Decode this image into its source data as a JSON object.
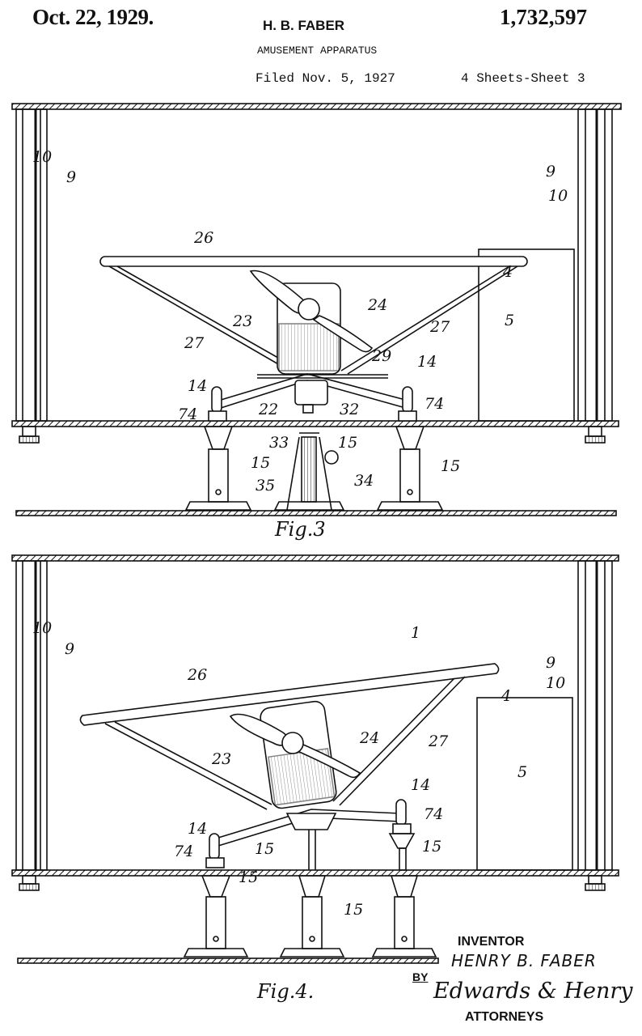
{
  "header": {
    "date": "Oct. 22, 1929.",
    "inventor": "H. B. FABER",
    "patent_number": "1,732,597",
    "title": "AMUSEMENT APPARATUS",
    "filed": "Filed Nov. 5, 1927",
    "sheets": "4 Sheets-Sheet  3"
  },
  "fig3": {
    "caption": "Fig.3",
    "labels": [
      "10",
      "9",
      "9",
      "10",
      "26",
      "4",
      "5",
      "24",
      "23",
      "27",
      "27",
      "29",
      "14",
      "14",
      "74",
      "74",
      "22",
      "32",
      "33",
      "15",
      "15",
      "15",
      "35",
      "34"
    ]
  },
  "fig4": {
    "caption": "Fig.4.",
    "labels": [
      "10",
      "9",
      "1",
      "9",
      "10",
      "26",
      "4",
      "5",
      "24",
      "23",
      "27",
      "14",
      "14",
      "74",
      "74",
      "15",
      "15",
      "15",
      "15"
    ]
  },
  "footer": {
    "inventor_label": "INVENTOR",
    "inventor_name": "HENRY B. FABER",
    "by": "BY",
    "signature": "Edwards & Henry",
    "attorneys": "ATTORNEYS"
  }
}
